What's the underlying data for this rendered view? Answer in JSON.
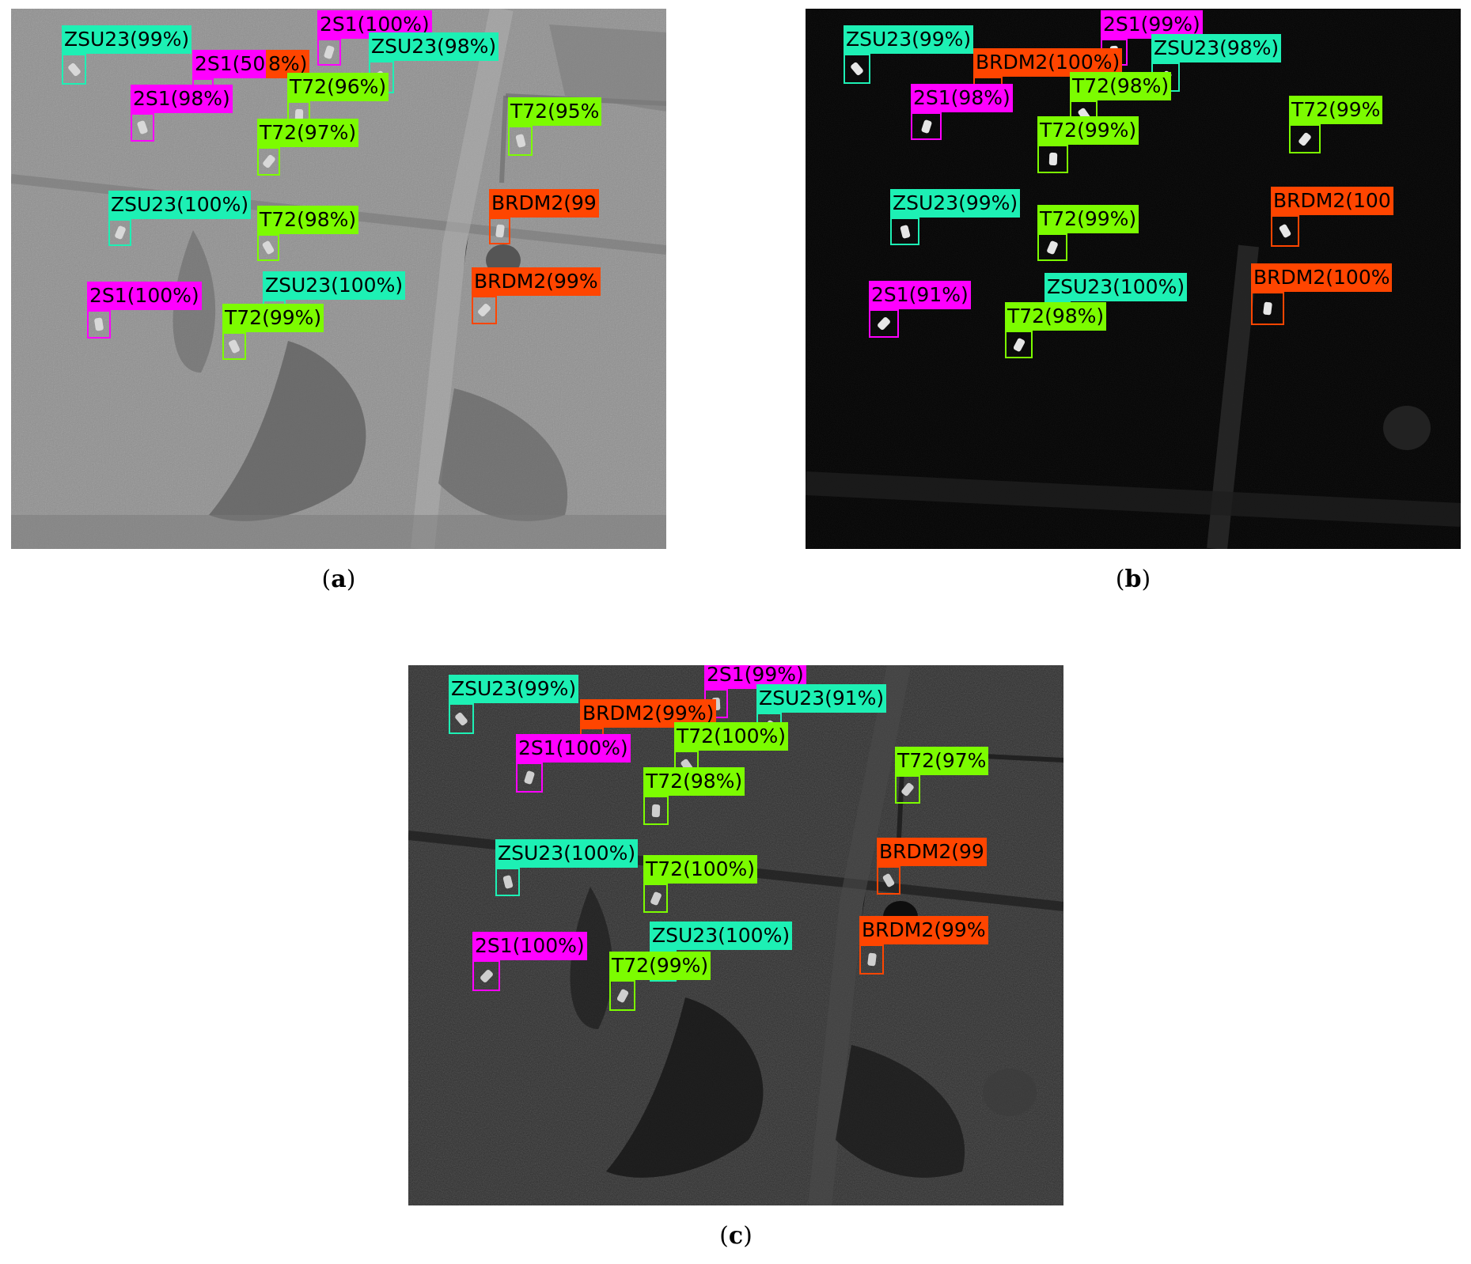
{
  "colors": {
    "T72": "#7cfc00",
    "ZSU23": "#1df0b4",
    "2S1": "#ff00ff",
    "BRDM2": "#ff4500"
  },
  "panels": [
    {
      "id": "a",
      "caption": "a",
      "style": "grayscale SAR scene",
      "detections": [
        {
          "cls": "ZSU23",
          "label": "ZSU23(99%)",
          "b": [
            64,
            57,
            31,
            39
          ]
        },
        {
          "cls": "2S1",
          "label": "2S1(50%)",
          "b": [
            229,
            88,
            27,
            34
          ]
        },
        {
          "cls": "BRDM2",
          "label": "8%)",
          "b": [
            322,
            88,
            0,
            0
          ]
        },
        {
          "cls": "2S1",
          "label": "2S1(98%)",
          "b": [
            151,
            132,
            30,
            36
          ]
        },
        {
          "cls": "2S1",
          "label": "2S1(100%)",
          "b": [
            387,
            38,
            30,
            34
          ]
        },
        {
          "cls": "ZSU23",
          "label": "ZSU23(98%)",
          "b": [
            452,
            66,
            32,
            41
          ]
        },
        {
          "cls": "T72",
          "label": "T72(96%)",
          "b": [
            349,
            117,
            29,
            36
          ]
        },
        {
          "cls": "T72",
          "label": "T72(97%)",
          "b": [
            311,
            175,
            29,
            36
          ]
        },
        {
          "cls": "T72",
          "label": "T72(95%",
          "b": [
            628,
            148,
            31,
            38
          ]
        },
        {
          "cls": "ZSU23",
          "label": "ZSU23(100%)",
          "b": [
            123,
            266,
            29,
            34
          ]
        },
        {
          "cls": "T72",
          "label": "T72(98%)",
          "b": [
            311,
            285,
            28,
            34
          ]
        },
        {
          "cls": "BRDM2",
          "label": "BRDM2(99",
          "b": [
            604,
            264,
            27,
            34
          ]
        },
        {
          "cls": "BRDM2",
          "label": "BRDM2(99%",
          "b": [
            582,
            363,
            32,
            36
          ]
        },
        {
          "cls": "2S1",
          "label": "2S1(100%)",
          "b": [
            96,
            381,
            30,
            36
          ]
        },
        {
          "cls": "ZSU23",
          "label": "ZSU23(100%)",
          "b": [
            318,
            368,
            29,
            40
          ]
        },
        {
          "cls": "T72",
          "label": "T72(99%)",
          "b": [
            267,
            409,
            30,
            35
          ]
        }
      ]
    },
    {
      "id": "b",
      "caption": "b",
      "style": "dark denoised scene",
      "detections": [
        {
          "cls": "ZSU23",
          "label": "ZSU23(99%)",
          "b": [
            48,
            57,
            34,
            38
          ]
        },
        {
          "cls": "2S1",
          "label": "2S1(99%)",
          "b": [
            373,
            38,
            34,
            34
          ]
        },
        {
          "cls": "ZSU23",
          "label": "ZSU23(98%)",
          "b": [
            437,
            68,
            36,
            37
          ]
        },
        {
          "cls": "BRDM2",
          "label": "BRDM2(100%)",
          "b": [
            212,
            86,
            37,
            38
          ]
        },
        {
          "cls": "2S1",
          "label": "2S1(98%)",
          "b": [
            133,
            131,
            39,
            35
          ]
        },
        {
          "cls": "T72",
          "label": "T72(98%)",
          "b": [
            334,
            116,
            35,
            36
          ]
        },
        {
          "cls": "T72",
          "label": "T72(99%)",
          "b": [
            293,
            172,
            39,
            36
          ]
        },
        {
          "cls": "T72",
          "label": "T72(99%",
          "b": [
            611,
            146,
            40,
            37
          ]
        },
        {
          "cls": "ZSU23",
          "label": "ZSU23(99%)",
          "b": [
            107,
            264,
            37,
            35
          ]
        },
        {
          "cls": "T72",
          "label": "T72(99%)",
          "b": [
            293,
            284,
            38,
            35
          ]
        },
        {
          "cls": "BRDM2",
          "label": "BRDM2(100",
          "b": [
            588,
            261,
            36,
            40
          ]
        },
        {
          "cls": "BRDM2",
          "label": "BRDM2(100%",
          "b": [
            563,
            358,
            42,
            42
          ]
        },
        {
          "cls": "2S1",
          "label": "2S1(91%)",
          "b": [
            80,
            380,
            38,
            36
          ]
        },
        {
          "cls": "ZSU23",
          "label": "ZSU23(100%)",
          "b": [
            302,
            370,
            33,
            30
          ]
        },
        {
          "cls": "T72",
          "label": "T72(98%)",
          "b": [
            252,
            407,
            35,
            35
          ]
        }
      ]
    },
    {
      "id": "c",
      "caption": "c",
      "style": "dark gray SAR scene",
      "detections": [
        {
          "cls": "ZSU23",
          "label": "ZSU23(99%)",
          "b": [
            51,
            48,
            32,
            39
          ]
        },
        {
          "cls": "2S1",
          "label": "2S1(99%)",
          "b": [
            374,
            30,
            30,
            37
          ]
        },
        {
          "cls": "ZSU23",
          "label": "ZSU23(91%)",
          "b": [
            440,
            60,
            32,
            36
          ]
        },
        {
          "cls": "BRDM2",
          "label": "BRDM2(99%)",
          "b": [
            217,
            79,
            30,
            36
          ]
        },
        {
          "cls": "2S1",
          "label": "2S1(100%)",
          "b": [
            136,
            123,
            34,
            38
          ]
        },
        {
          "cls": "T72",
          "label": "T72(100%)",
          "b": [
            336,
            108,
            31,
            37
          ]
        },
        {
          "cls": "T72",
          "label": "T72(98%)",
          "b": [
            297,
            165,
            32,
            37
          ]
        },
        {
          "cls": "T72",
          "label": "T72(97%",
          "b": [
            615,
            139,
            32,
            36
          ]
        },
        {
          "cls": "ZSU23",
          "label": "ZSU23(100%)",
          "b": [
            110,
            256,
            31,
            36
          ]
        },
        {
          "cls": "T72",
          "label": "T72(100%)",
          "b": [
            297,
            276,
            31,
            37
          ]
        },
        {
          "cls": "BRDM2",
          "label": "BRDM2(99",
          "b": [
            592,
            254,
            30,
            36
          ]
        },
        {
          "cls": "BRDM2",
          "label": "BRDM2(99%",
          "b": [
            570,
            353,
            31,
            38
          ]
        },
        {
          "cls": "2S1",
          "label": "2S1(100%)",
          "b": [
            81,
            373,
            35,
            39
          ]
        },
        {
          "cls": "ZSU23",
          "label": "ZSU23(100%)",
          "b": [
            305,
            360,
            34,
            40
          ]
        },
        {
          "cls": "T72",
          "label": "T72(99%)",
          "b": [
            254,
            398,
            33,
            39
          ]
        }
      ]
    }
  ]
}
